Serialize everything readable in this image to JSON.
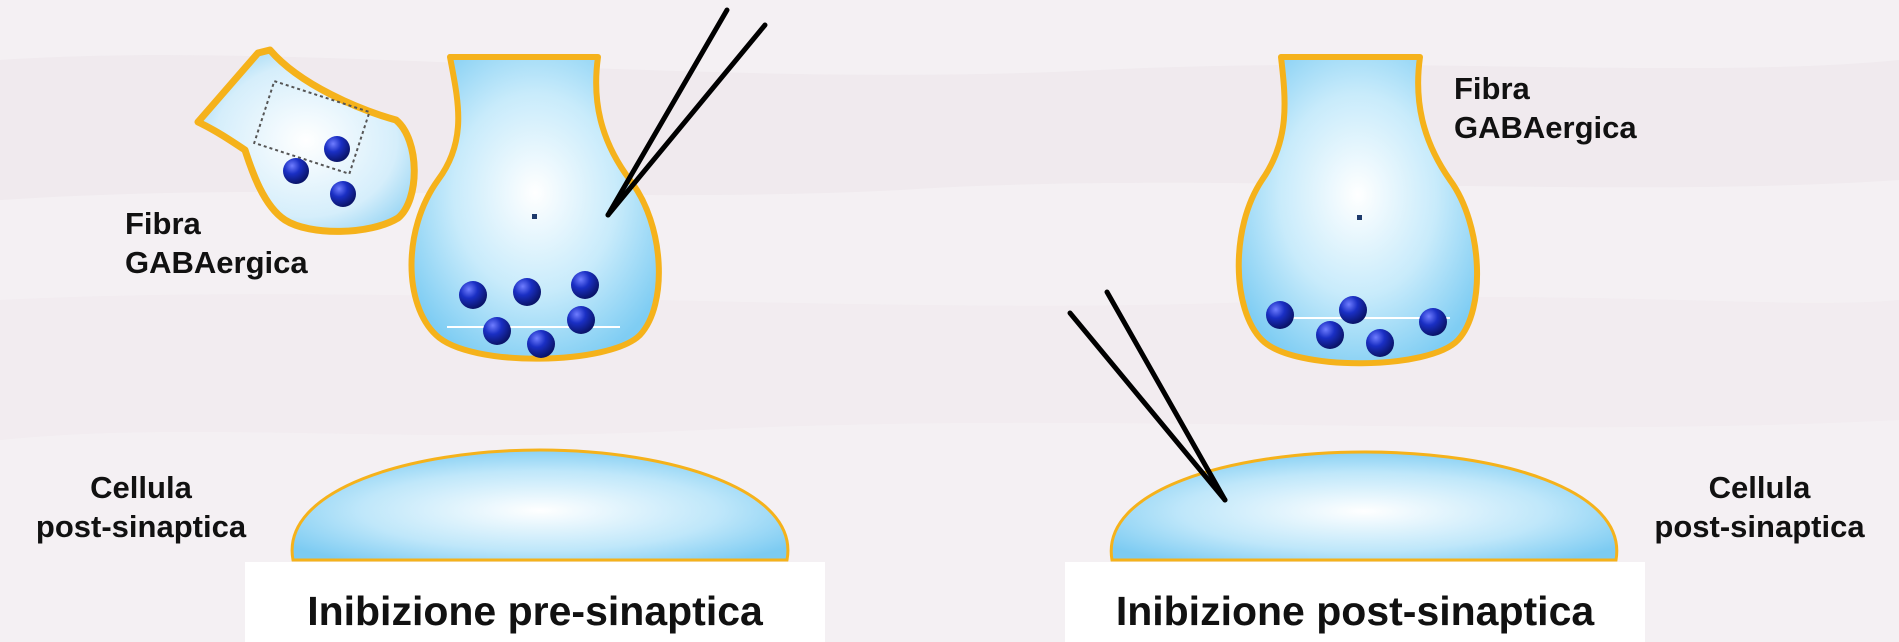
{
  "left_panel": {
    "fiber_label_line1": "Fibra",
    "fiber_label_line2": "GABAergica",
    "cell_label_line1": "Cellula",
    "cell_label_line2": "post-sinaptica",
    "caption": "Inibizione pre-sinaptica"
  },
  "right_panel": {
    "fiber_label_line1": "Fibra",
    "fiber_label_line2": "GABAergica",
    "cell_label_line1": "Cellula",
    "cell_label_line2": "post-sinaptica",
    "caption": "Inibizione post-sinaptica"
  },
  "colors": {
    "terminal_fill": "#9fd8f5",
    "terminal_outline": "#f5b21b",
    "vesicle": "#1a2fc4",
    "cell_fill": "#8fd3f5",
    "electrode": "#000000"
  }
}
